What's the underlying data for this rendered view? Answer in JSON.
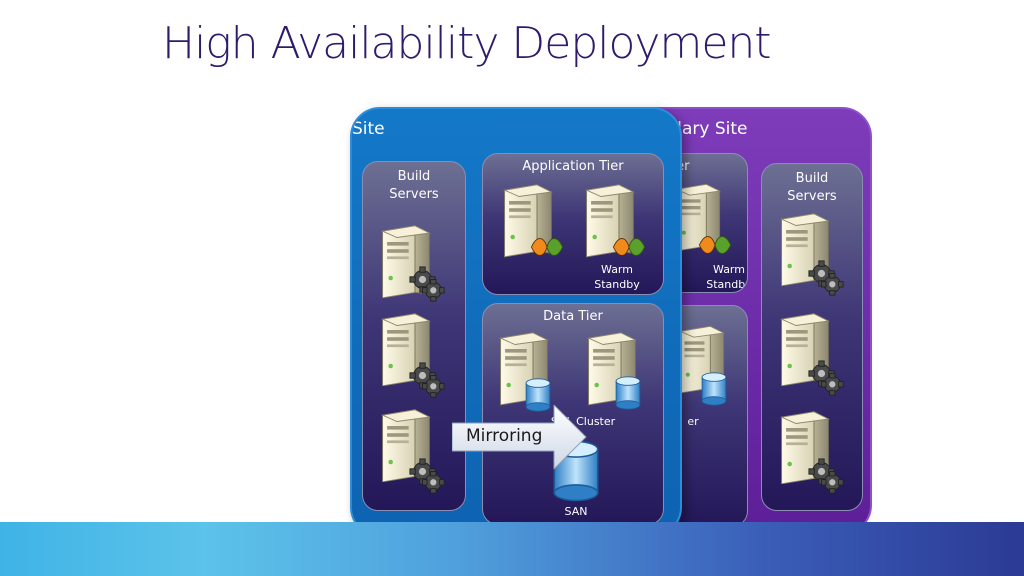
{
  "title": "High Availability Deployment",
  "primary_site": {
    "label": "Site",
    "build_servers": {
      "label_line1": "Build",
      "label_line2": "Servers"
    },
    "application_tier": {
      "label": "Application Tier",
      "warm_line1": "Warm",
      "warm_line2": "Standby"
    },
    "data_tier": {
      "label": "Data Tier",
      "cluster_label": "SQL Cluster",
      "san_label": "SAN"
    }
  },
  "secondary_site": {
    "label": "ondary Site",
    "application_tier": {
      "label": "Tier",
      "warm_line1": "Warm",
      "warm_line2": "Standby"
    },
    "data_tier": {
      "cluster_label": "er"
    },
    "build_servers": {
      "label_line1": "Build",
      "label_line2": "Servers"
    }
  },
  "mirroring_label": "Mirroring",
  "colors": {
    "title": "#2f1a6b",
    "primary_site": "#1478c8",
    "secondary_site": "#7e3cba",
    "tier": "#3e3676"
  },
  "icons": {
    "server": "server-icon",
    "gear": "gear-icon",
    "app": "visual-studio-icon",
    "database": "database-icon",
    "san": "san-cylinder-icon",
    "arrow": "mirroring-arrow-icon"
  }
}
